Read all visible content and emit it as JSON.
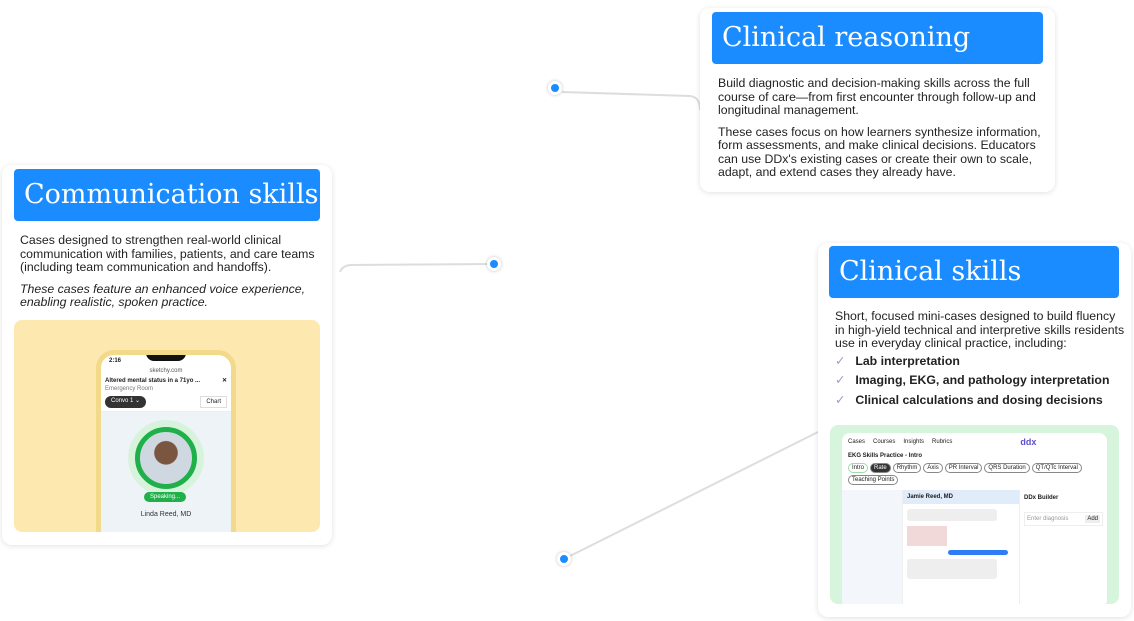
{
  "communication": {
    "title": "Communication skills",
    "text": "Cases designed to strengthen real-world clinical communication with families, patients, and care teams (including team communication and handoffs).",
    "italic": "These cases feature an enhanced voice experience, enabling realistic, spoken practice.",
    "phone": {
      "time": "2:16",
      "url": "sketchy.com",
      "case_title": "Altered mental status in a 71yo ...",
      "location": "Emergency Room",
      "dropdown": "Convo 1",
      "chart_button": "Chart",
      "status": "Speaking...",
      "name": "Linda Reed, MD"
    }
  },
  "reasoning": {
    "title": "Clinical reasoning",
    "p1": "Build diagnostic and decision-making skills across the full course of care—from first encounter through follow-up and longitudinal management.",
    "p2": "These cases focus on how learners synthesize information, form assessments, and make clinical decisions. Educators can use DDx's existing cases or create their own to scale, adapt, and extend cases they already have."
  },
  "skills": {
    "title": "Clinical skills",
    "text": "Short, focused mini-cases designed to build fluency in high-yield technical and interpretive skills residents use in everyday clinical practice, including:",
    "items": [
      "Lab interpretation",
      "Imaging, EKG, and pathology interpretation",
      "Clinical calculations and dosing decisions"
    ],
    "app": {
      "nav": [
        "Cases",
        "Courses",
        "Insights",
        "Rubrics"
      ],
      "logo": "ddx",
      "case": "EKG Skills Practice - Intro",
      "tabs": [
        "Intro",
        "Rate",
        "Rhythm",
        "Axis",
        "PR Interval",
        "QRS Duration",
        "QT/QTc Interval",
        "Teaching Points"
      ],
      "doctor": "Jamie Reed, MD",
      "builder": "DDx Builder",
      "input_placeholder": "Enter diagnosis",
      "add": "Add"
    }
  }
}
